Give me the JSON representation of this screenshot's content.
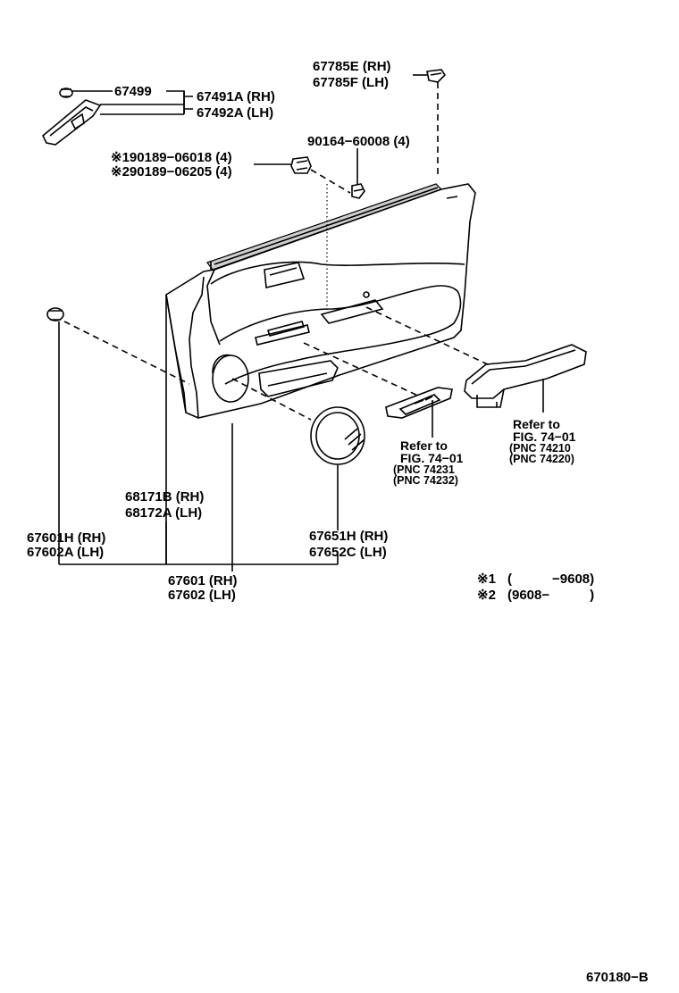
{
  "labels": {
    "p67499": "67499",
    "p67491a": "67491A (RH)",
    "p67492a": "67492A (LH)",
    "p67785e": "67785E (RH)",
    "p67785f": "67785F (LH)",
    "p90164": "90164−60008 (4)",
    "p190189": "※190189−06018 (4)",
    "p290189": "※290189−06205 (4)",
    "p68171b": "68171B (RH)",
    "p68172a": "68172A (LH)",
    "p67601h": "67601H (RH)",
    "p67602a": "67602A (LH)",
    "p67651h": "67651H (RH)",
    "p67652c": "67652C (LH)",
    "p67601": "67601 (RH)",
    "p67602": "67602 (LH)"
  },
  "refs": {
    "switch": {
      "refer": "Refer to",
      "fig": "FIG. 74−01",
      "pnc1": "PNC 74231",
      "pnc2": "PNC 74232"
    },
    "armrest": {
      "refer": "Refer to",
      "fig": "FIG. 74−01",
      "pnc1": "PNC 74210",
      "pnc2": "PNC 74220"
    }
  },
  "notes": {
    "n1_mark": "※1",
    "n1_range": "(　　　−9608)",
    "n2_mark": "※2",
    "n2_range": "(9608−　　　)"
  },
  "drawing_code": "670180−B",
  "icons": [
    "clip-icon",
    "screw-icon",
    "cover-icon",
    "weatherstrip-icon",
    "door-trim-panel-icon",
    "speaker-grille-icon",
    "window-switch-icon",
    "armrest-icon"
  ]
}
